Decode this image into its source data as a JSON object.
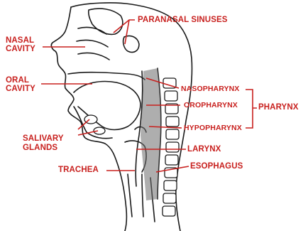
{
  "labels": {
    "paranasal_sinuses": "PARANASAL SINUSES",
    "nasal_cavity_1": "NASAL",
    "nasal_cavity_2": "CAVITY",
    "oral_cavity_1": "ORAL",
    "oral_cavity_2": "CAVITY",
    "nasopharynx": "NASOPHARYNX",
    "oropharynx": "OROPHARYNX",
    "hypopharynx": "HYPOPHARYNX",
    "pharynx": "PHARYNX",
    "salivary_glands_1": "SALIVARY",
    "salivary_glands_2": "GLANDS",
    "larynx": "LARYNX",
    "trachea": "TRACHEA",
    "esophagus": "ESOPHAGUS"
  },
  "colors": {
    "label": "#c8201e",
    "drawing": "#1a1a1a",
    "shading": "#6b6b6b"
  }
}
